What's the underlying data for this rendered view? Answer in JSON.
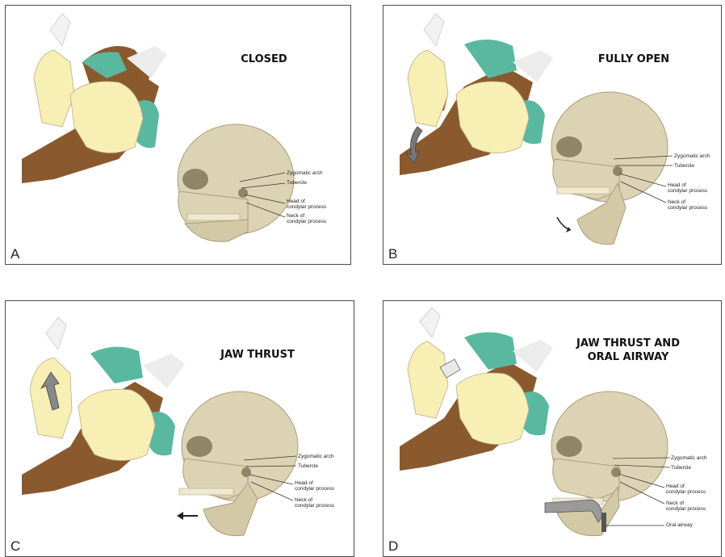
{
  "panels": [
    {
      "letter": "A",
      "title": "CLOSED",
      "labels": [
        "Zygomatic arch",
        "Tubercle",
        "Head of\ncondylar process",
        "Neck of\ncondylar process"
      ]
    },
    {
      "letter": "B",
      "title": "FULLY OPEN",
      "labels": [
        "Zygomatic arch",
        "Tubercle",
        "Head of\ncondylar process",
        "Neck of\ncondylar process"
      ]
    },
    {
      "letter": "C",
      "title": "JAW THRUST",
      "labels": [
        "Zygomatic arch",
        "Tubercle",
        "Head of\ncondylar process",
        "Neck of\ncondylar process"
      ]
    },
    {
      "letter": "D",
      "title": "JAW THRUST AND\nORAL AIRWAY",
      "labels": [
        "Zygomatic arch",
        "Tubercle",
        "Head of\ncondylar process",
        "Neck of\ncondylar process",
        "Oral airway"
      ]
    }
  ],
  "colors": {
    "skin": "#8a5a2e",
    "glove": "#f7efb4",
    "cap": "#5ab8a0",
    "bone": "#dcd3b4",
    "bone_shadow": "#b8ae8c",
    "border": "#4a4a4a"
  }
}
